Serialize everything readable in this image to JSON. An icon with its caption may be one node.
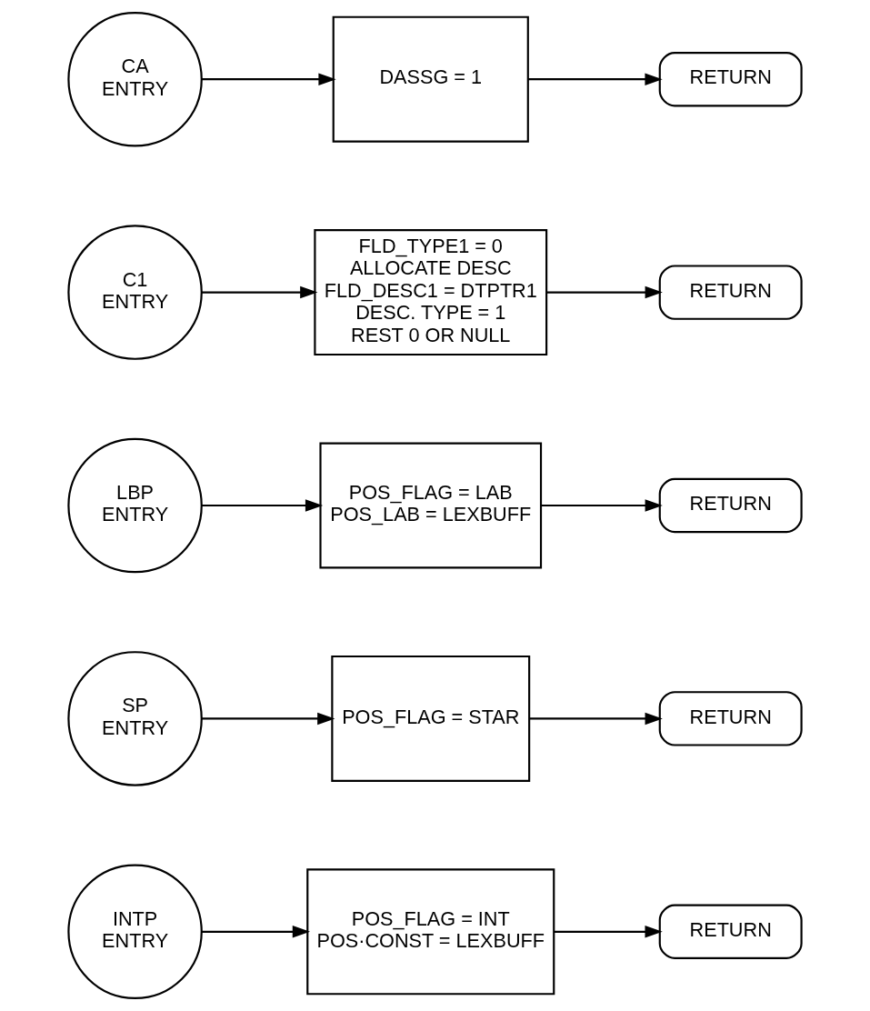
{
  "diagram": {
    "nodes": [
      {
        "text": [
          "INTP",
          "ENTRY"
        ]
      },
      {
        "text": [
          "POS_FLAG = INT",
          "POS·CONST = LEXBUFF"
        ]
      },
      {
        "text": [
          "RETURN"
        ]
      },
      {
        "text": [
          "SP",
          "ENTRY"
        ]
      },
      {
        "text": [
          "POS_FLAG = STAR"
        ]
      },
      {
        "text": [
          "RETURN"
        ]
      },
      {
        "text": [
          "LBP",
          "ENTRY"
        ]
      },
      {
        "text": [
          "POS_FLAG = LAB",
          "POS_LAB = LEXBUFF"
        ]
      },
      {
        "text": [
          "RETURN"
        ]
      },
      {
        "text": [
          "C1",
          "ENTRY"
        ]
      },
      {
        "text": [
          "FLD_TYPE1 = 0",
          "ALLOCATE DESC",
          "FLD_DESC1 = DTPTR1",
          "DESC. TYPE = 1",
          "REST 0 OR NULL"
        ]
      },
      {
        "text": [
          "RETURN"
        ]
      },
      {
        "text": [
          "CA",
          "ENTRY"
        ]
      },
      {
        "text": [
          "DASSG = 1"
        ]
      },
      {
        "text": [
          "RETURN"
        ]
      }
    ],
    "edges": [
      {
        "from": 0,
        "to": 1,
        "arrow": "to"
      },
      {
        "from": 1,
        "to": 2,
        "arrow": "to"
      },
      {
        "from": 3,
        "to": 4,
        "arrow": "to"
      },
      {
        "from": 4,
        "to": 5,
        "arrow": "to"
      },
      {
        "from": 6,
        "to": 7,
        "arrow": "to"
      },
      {
        "from": 7,
        "to": 8,
        "arrow": "to"
      },
      {
        "from": 9,
        "to": 10,
        "arrow": "to"
      },
      {
        "from": 10,
        "to": 11,
        "arrow": "to"
      },
      {
        "from": 12,
        "to": 13,
        "arrow": "to"
      },
      {
        "from": 13,
        "to": 14,
        "arrow": "to"
      }
    ]
  }
}
